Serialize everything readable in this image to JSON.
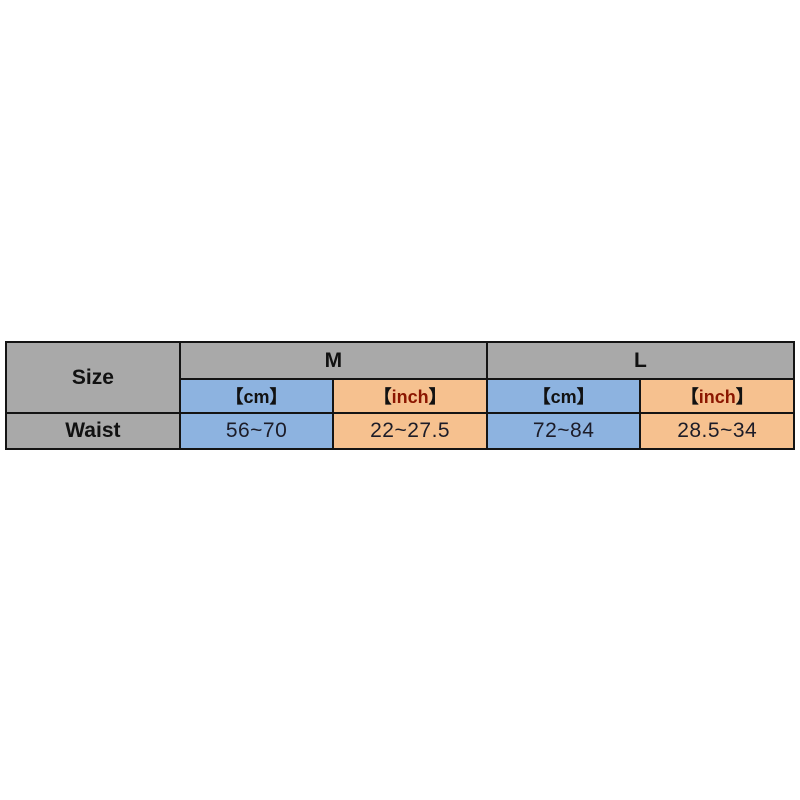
{
  "size_chart": {
    "corner_header": "Size",
    "row_header": "Waist",
    "unit_labels": {
      "cm_full": "【cm】",
      "inch_open": "【",
      "inch_text": "inch",
      "inch_close": "】"
    },
    "sizes": [
      {
        "label": "M",
        "cm": "56~70",
        "inch": "22~27.5"
      },
      {
        "label": "L",
        "cm": "72~84",
        "inch": "28.5~34"
      }
    ],
    "colors": {
      "header_gray": "#a9a9a9",
      "cm_blue": "#8db3e0",
      "inch_orange": "#f6c18f",
      "border": "#141414",
      "inch_text_color": "#8b1600",
      "value_text_color": "#1c1c28"
    }
  }
}
